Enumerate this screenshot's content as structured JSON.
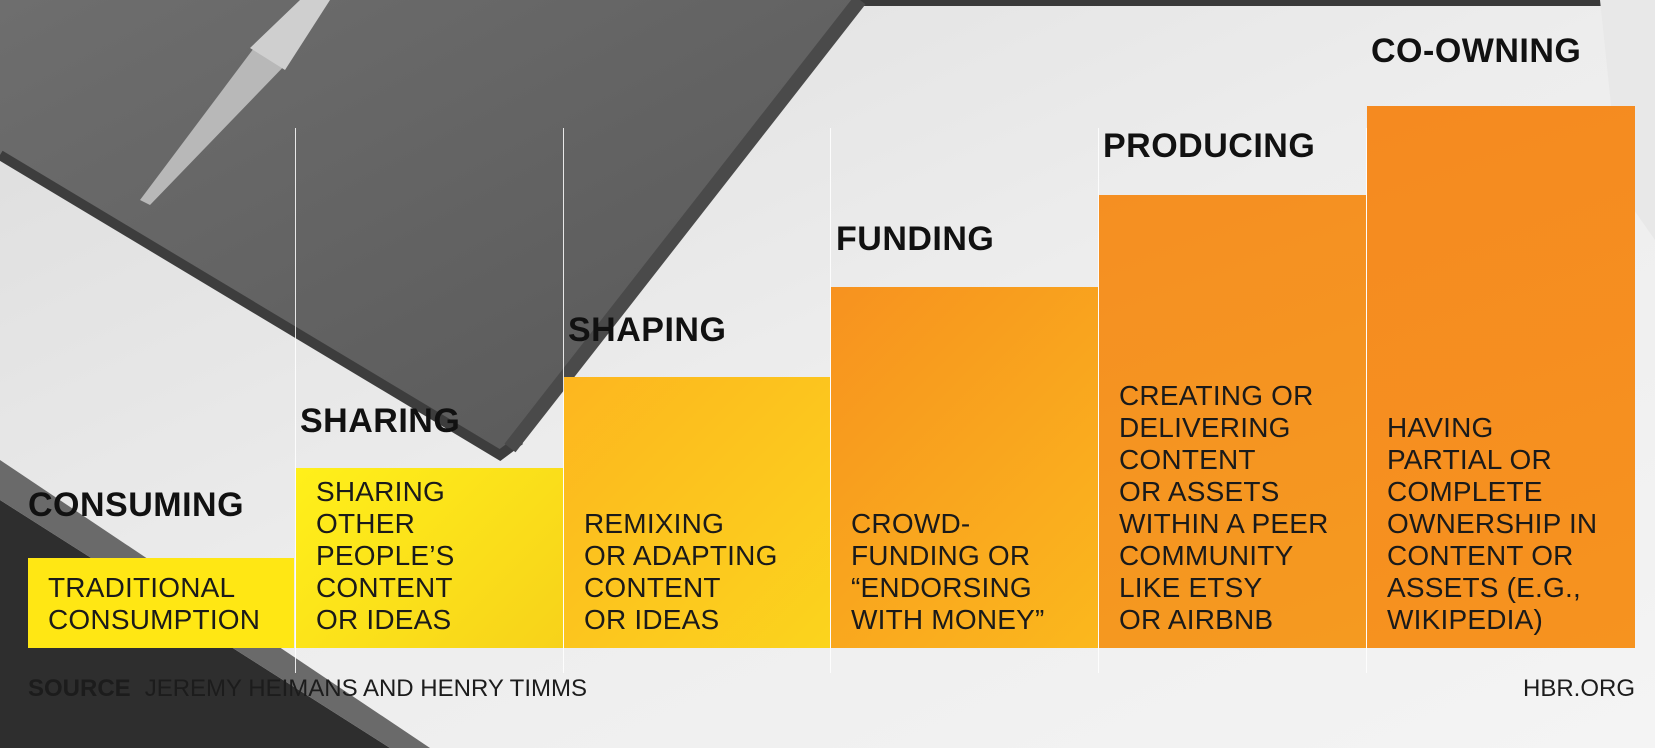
{
  "steps": [
    {
      "title": "CONSUMING",
      "description": "TRADITIONAL\nCONSUMPTION",
      "color": "#ffe714"
    },
    {
      "title": "SHARING",
      "description": "SHARING\nOTHER\nPEOPLE’S\nCONTENT\nOR IDEAS",
      "color": "#fbe21a"
    },
    {
      "title": "SHAPING",
      "description": "REMIXING\nOR ADAPTING\nCONTENT\nOR IDEAS",
      "color": "#fcc41f"
    },
    {
      "title": "FUNDING",
      "description": "CROWD-\nFUNDING OR\n“ENDORSING\n WITH MONEY”",
      "color": "#f9a51e"
    },
    {
      "title": "PRODUCING",
      "description": "CREATING OR\nDELIVERING\nCONTENT\nOR ASSETS\nWITHIN A PEER\nCOMMUNITY\nLIKE ETSY\nOR AIRBNB",
      "color": "#f58f22"
    },
    {
      "title": "CO-OWNING",
      "description": "HAVING\nPARTIAL OR\nCOMPLETE\nOWNERSHIP IN\nCONTENT OR\nASSETS (E.G.,\nWIKIPEDIA)",
      "color": "#f68a20"
    }
  ],
  "footer": {
    "source_label": "SOURCE",
    "source_text": "JEREMY HEIMANS AND HENRY TIMMS",
    "site": "HBR.ORG"
  }
}
